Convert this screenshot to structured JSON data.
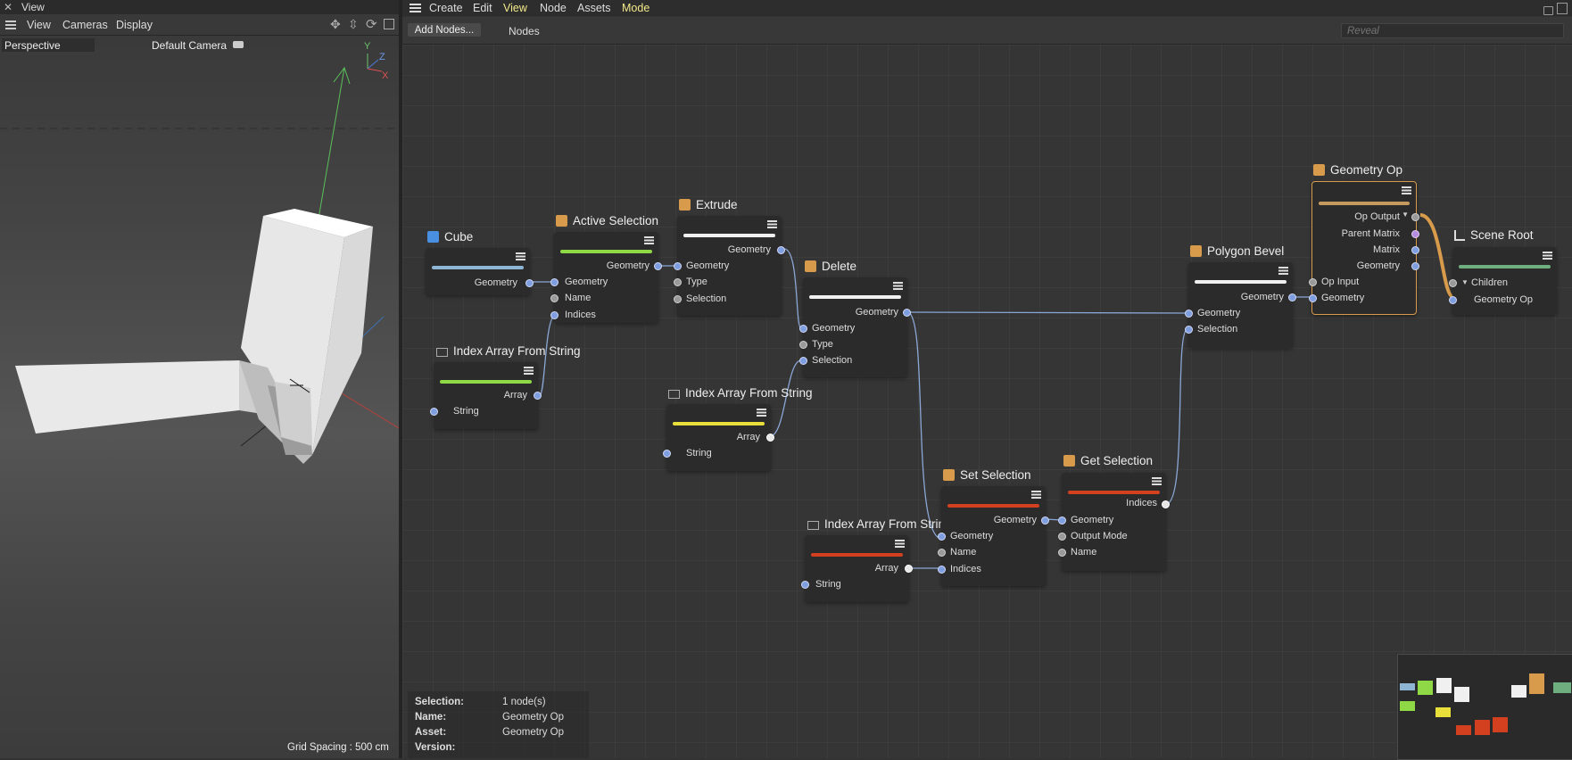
{
  "view_panel": {
    "title": "View",
    "menu": [
      "View",
      "Cameras",
      "Display"
    ],
    "projection": "Perspective",
    "camera": "Default Camera",
    "axes": {
      "y": "Y",
      "z": "Z",
      "x": "X"
    },
    "grid_spacing": "Grid Spacing : 500 cm"
  },
  "editor": {
    "menu": [
      "Create",
      "Edit",
      "View",
      "Node",
      "Assets",
      "Mode"
    ],
    "add_nodes_label": "Add Nodes...",
    "nodes_tab": "Nodes",
    "search_placeholder": "Reveal"
  },
  "nodes": {
    "cube": {
      "title": "Cube",
      "out": [
        "Geometry"
      ]
    },
    "index_array_1": {
      "title": "Index Array From String",
      "out": [
        "Array"
      ],
      "in": [
        "String"
      ]
    },
    "active_selection": {
      "title": "Active Selection",
      "out": [
        "Geometry"
      ],
      "in": [
        "Geometry",
        "Name",
        "Indices"
      ]
    },
    "extrude": {
      "title": "Extrude",
      "out": [
        "Geometry"
      ],
      "in": [
        "Geometry",
        "Type",
        "Selection"
      ]
    },
    "index_array_2": {
      "title": "Index Array From String",
      "out": [
        "Array"
      ],
      "in": [
        "String"
      ]
    },
    "delete": {
      "title": "Delete",
      "out": [
        "Geometry"
      ],
      "in": [
        "Geometry",
        "Type",
        "Selection"
      ]
    },
    "index_array_3": {
      "title": "Index Array From String",
      "out": [
        "Array"
      ],
      "in": [
        "String"
      ]
    },
    "set_selection": {
      "title": "Set Selection",
      "out": [
        "Geometry"
      ],
      "in": [
        "Geometry",
        "Name",
        "Indices"
      ]
    },
    "get_selection": {
      "title": "Get Selection",
      "out": [
        "Indices"
      ],
      "in": [
        "Geometry",
        "Output Mode",
        "Name"
      ]
    },
    "polygon_bevel": {
      "title": "Polygon Bevel",
      "out": [
        "Geometry"
      ],
      "in": [
        "Geometry",
        "Selection"
      ]
    },
    "geometry_op": {
      "title": "Geometry Op",
      "out": [
        "Op Output",
        "Parent Matrix",
        "Matrix",
        "Geometry"
      ],
      "in": [
        "Op Input",
        "Geometry"
      ]
    },
    "scene_root": {
      "title": "Scene Root",
      "in": [
        "Children",
        "Geometry Op"
      ]
    }
  },
  "colors": {
    "blue": "#8fb5d4",
    "green": "#8fd846",
    "white": "#f0f0f0",
    "yellow": "#e8df3a",
    "red": "#d2401f",
    "orange": "#d79b4b",
    "teal": "#6fae7e"
  },
  "info": {
    "selection_label": "Selection:",
    "selection_value": "1 node(s)",
    "name_label": "Name:",
    "name_value": "Geometry Op",
    "asset_label": "Asset:",
    "asset_value": "Geometry Op",
    "version_label": "Version:",
    "version_value": ""
  }
}
